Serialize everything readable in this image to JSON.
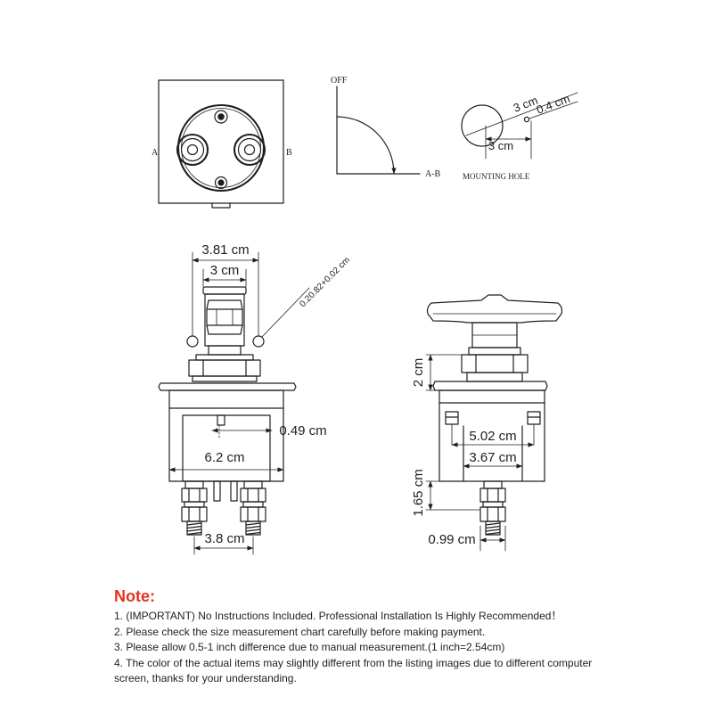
{
  "front_view": {
    "label_a": "A",
    "label_b": "B"
  },
  "rotation_diagram": {
    "off_label": "OFF",
    "on_label": "A-B"
  },
  "mounting_hole": {
    "hole_diameter": "3 cm",
    "small_hole_diameter": "0.4 cm",
    "hole_spacing": "3 cm",
    "caption": "MOUNTING HOLE"
  },
  "side_view": {
    "outer_width": "3.81 cm",
    "knob_width": "3 cm",
    "thread_note": "0.20.82+0.02 cm",
    "pin_offset": "0.49 cm",
    "body_width": "6.2 cm",
    "terminal_spacing": "3.8 cm"
  },
  "rear_view": {
    "nut_height": "2 cm",
    "bolt_spacing": "5.02 cm",
    "inner_width": "3.67 cm",
    "terminal_height": "1.65 cm",
    "terminal_width": "0.99 cm"
  },
  "note": {
    "heading": "Note:",
    "items": [
      "1. (IMPORTANT) No Instructions Included. Professional Installation Is Highly Recommended！",
      "2. Please check the size measurement chart carefully before making payment.",
      "3. Please allow 0.5-1 inch difference due to manual measurement.(1 inch=2.54cm)",
      "4. The color of the actual items may slightly different from the listing images due to different computer screen, thanks for your understanding."
    ]
  },
  "colors": {
    "line": "#1e1e1e",
    "note_heading": "#e5321f",
    "note_text": "#222222",
    "background": "#ffffff"
  }
}
